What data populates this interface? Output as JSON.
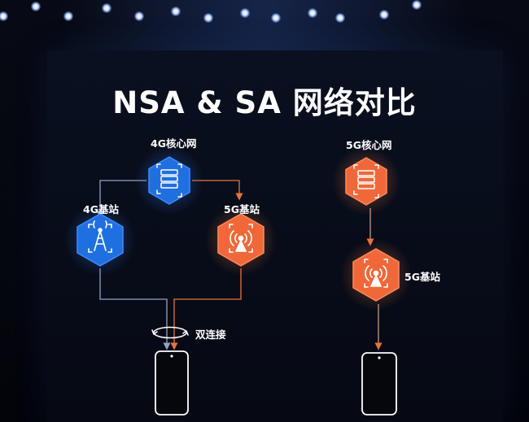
{
  "slide": {
    "title": "NSA & SA 网络对比"
  },
  "nsa": {
    "core_label": "4G核心网",
    "base4g_label": "4G基站",
    "base5g_label": "5G基站",
    "dual_label": "双连接"
  },
  "sa": {
    "core_label": "5G核心网",
    "base5g_label": "5G基站"
  },
  "colors": {
    "blue_node": "#1f6fe0",
    "orange_node": "#f0683a",
    "connector": "#8fa3c8",
    "orange_arrow": "#e8743a",
    "background": "#05070d"
  },
  "icons": {
    "core": "server-stack-icon",
    "base4g": "cell-tower-icon",
    "base5g": "broadcast-tower-icon",
    "dual": "rotate-arrows-icon",
    "device": "smartphone-icon"
  }
}
